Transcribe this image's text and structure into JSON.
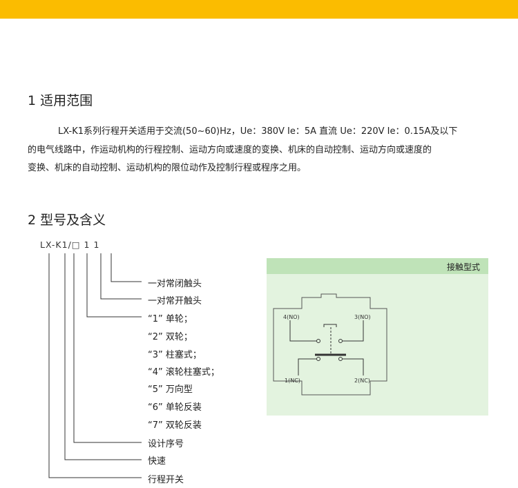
{
  "section1": {
    "title": "1 适用范围",
    "lines": [
      "LX-K1系列行程开关适用于交流(50~60)Hz，Ue：380V  Ie：5A 直流 Ue：220V  Ie：0.15A及以下",
      "的电气线路中，作运动机构的行程控制、运动方向或速度的变换、机床的自动控制、运动方向或速度的",
      "变换、机床的自动控制、运动机构的限位动作及控制行程或程序之用。"
    ]
  },
  "section2": {
    "title": "2 型号及含义",
    "model_code": "LX-K1/□ 1 1",
    "labels": [
      "一对常闭触头",
      "一对常开触头",
      "“1” 单轮；",
      "“2” 双轮；",
      "“3” 柱塞式；",
      "“4” 滚轮柱塞式；",
      "“5” 万向型",
      "“6” 单轮反装",
      "“7” 双轮反装",
      "设计序号",
      "快速",
      "行程开关"
    ]
  },
  "contact_panel": {
    "title": "接触型式",
    "terminals": {
      "top_left": "4(NO)",
      "top_right": "3(NO)",
      "bottom_left": "1(NC)",
      "bottom_right": "2(NC)"
    }
  },
  "colors": {
    "top_bar": "#fbbc00",
    "panel_header": "#bfe3b8",
    "panel_body": "#e3f3df"
  }
}
